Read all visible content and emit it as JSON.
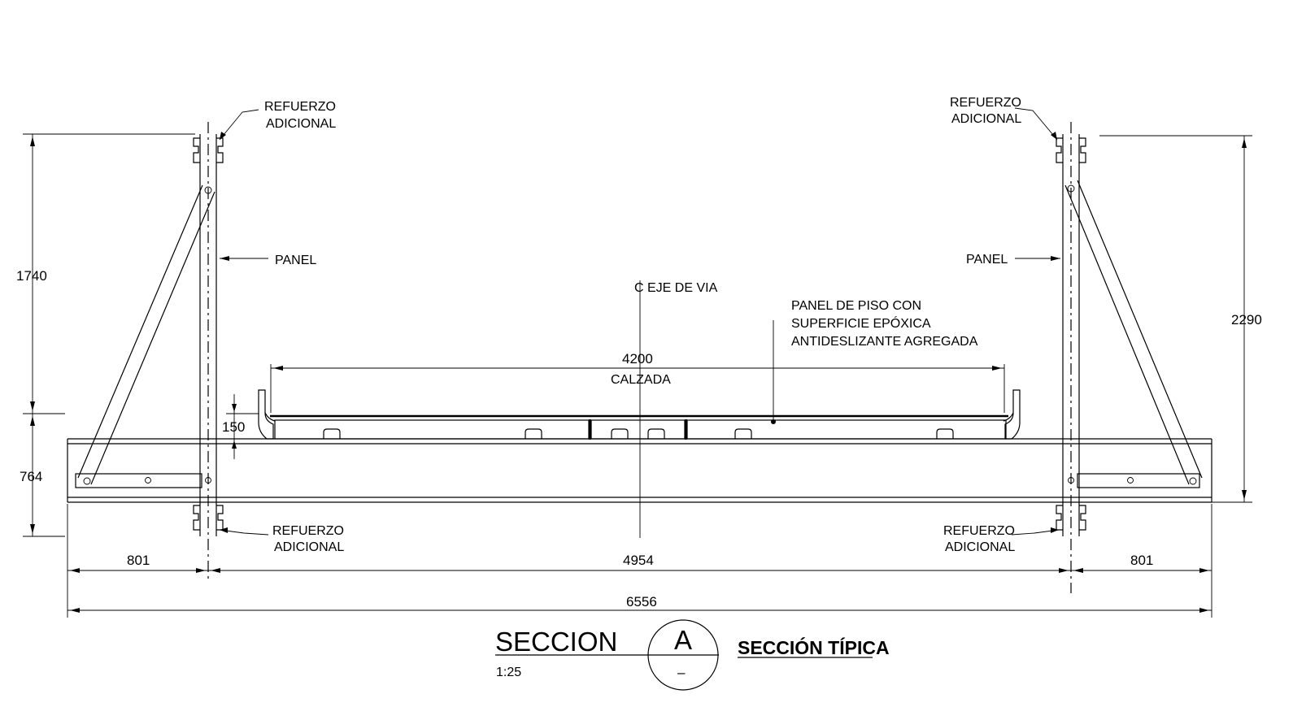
{
  "labels": {
    "refuerzo_tl": [
      "REFUERZO",
      "ADICIONAL"
    ],
    "refuerzo_tr": [
      "REFUERZO",
      "ADICIONAL"
    ],
    "refuerzo_bl": [
      "REFUERZO",
      "ADICIONAL"
    ],
    "refuerzo_br": [
      "REFUERZO",
      "ADICIONAL"
    ],
    "panel_left": "PANEL",
    "panel_right": "PANEL",
    "eje": "C EJE DE VIA",
    "panel_piso": [
      "PANEL DE PISO CON",
      "SUPERFICIE EPÓXICA",
      "ANTIDESLIZANTE AGREGADA"
    ],
    "calzada": "CALZADA"
  },
  "dimensions": {
    "left_upper": "1740",
    "left_lower": "764",
    "right_height": "2290",
    "calzada_width": "4200",
    "deck_depth": "150",
    "left_overhang": "801",
    "center_span": "4954",
    "right_overhang": "801",
    "overall": "6556"
  },
  "title_block": {
    "section_word": "SECCION",
    "scale": "1:25",
    "letter": "A",
    "sheet": "–",
    "title": "SECCIÓN TÍPICA"
  }
}
